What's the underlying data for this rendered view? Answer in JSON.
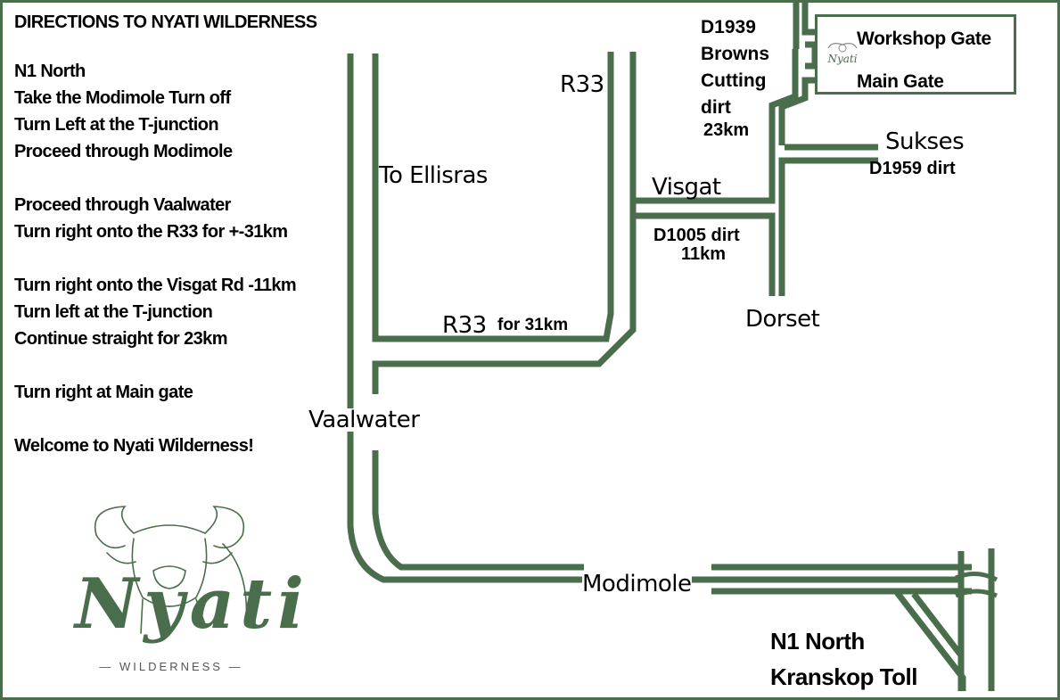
{
  "colors": {
    "road": "#4a6e4b",
    "text": "#000000",
    "logo": "#4a6e4b",
    "background": "#ffffff"
  },
  "directions": {
    "title": "DIRECTIONS TO NYATI WILDERNESS",
    "groups": [
      [
        "N1 North",
        "Take the Modimole Turn off",
        "Turn Left at the T-junction",
        "Proceed through Modimole"
      ],
      [
        "Proceed through Vaalwater",
        "Turn right onto the R33 for +-31km"
      ],
      [
        "Turn right onto the Visgat Rd -11km",
        "Turn left at the T-junction",
        "Continue straight for 23km"
      ],
      [
        "Turn right at Main gate"
      ],
      [
        "Welcome to Nyati Wilderness!"
      ]
    ]
  },
  "map_labels": {
    "to_ellisras": "To Ellisras",
    "r33_top": "R33",
    "r33_bottom": "R33",
    "r33_distance": "for 31km",
    "vaalwater": "Vaalwater",
    "modimole": "Modimole",
    "visgat": "Visgat",
    "d1005": "D1005 dirt",
    "d1005_distance": "11km",
    "dorset": "Dorset",
    "d1939": "D1939",
    "browns": "Browns",
    "cutting": "Cutting",
    "dirt": "dirt",
    "d1939_distance": "23km",
    "sukses": "Sukses",
    "d1959": "D1959 dirt",
    "n1_north": "N1 North",
    "kranskop": "Kranskop Toll"
  },
  "gates": {
    "workshop": "Workshop Gate",
    "main": "Main Gate",
    "mini_logo": "Nyati"
  },
  "logo": {
    "word": "Nyati",
    "subtitle": "— WILDERNESS —"
  }
}
